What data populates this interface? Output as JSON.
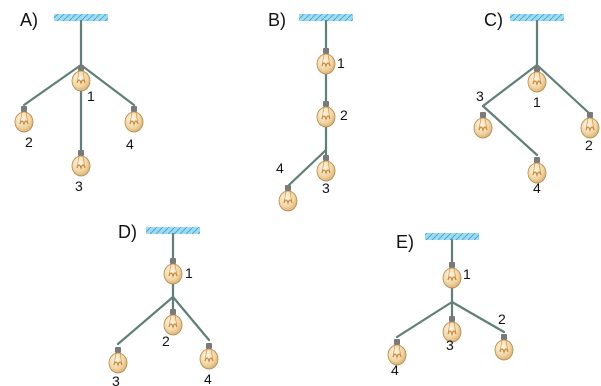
{
  "options": [
    {
      "label": "A)",
      "bulbs": [
        "1",
        "2",
        "3",
        "4"
      ]
    },
    {
      "label": "B)",
      "bulbs": [
        "1",
        "2",
        "3",
        "4"
      ]
    },
    {
      "label": "C)",
      "bulbs": [
        "1",
        "2",
        "3",
        "4"
      ]
    },
    {
      "label": "D)",
      "bulbs": [
        "1",
        "2",
        "3",
        "4"
      ]
    },
    {
      "label": "E)",
      "bulbs": [
        "1",
        "2",
        "3",
        "4"
      ]
    }
  ],
  "colors": {
    "ceiling": "#7cd0ee",
    "wire": "#5f7f78",
    "bulb_glass": "#f4ddb0",
    "bulb_filament": "#c9863a",
    "socket": "#7a7a7a"
  }
}
